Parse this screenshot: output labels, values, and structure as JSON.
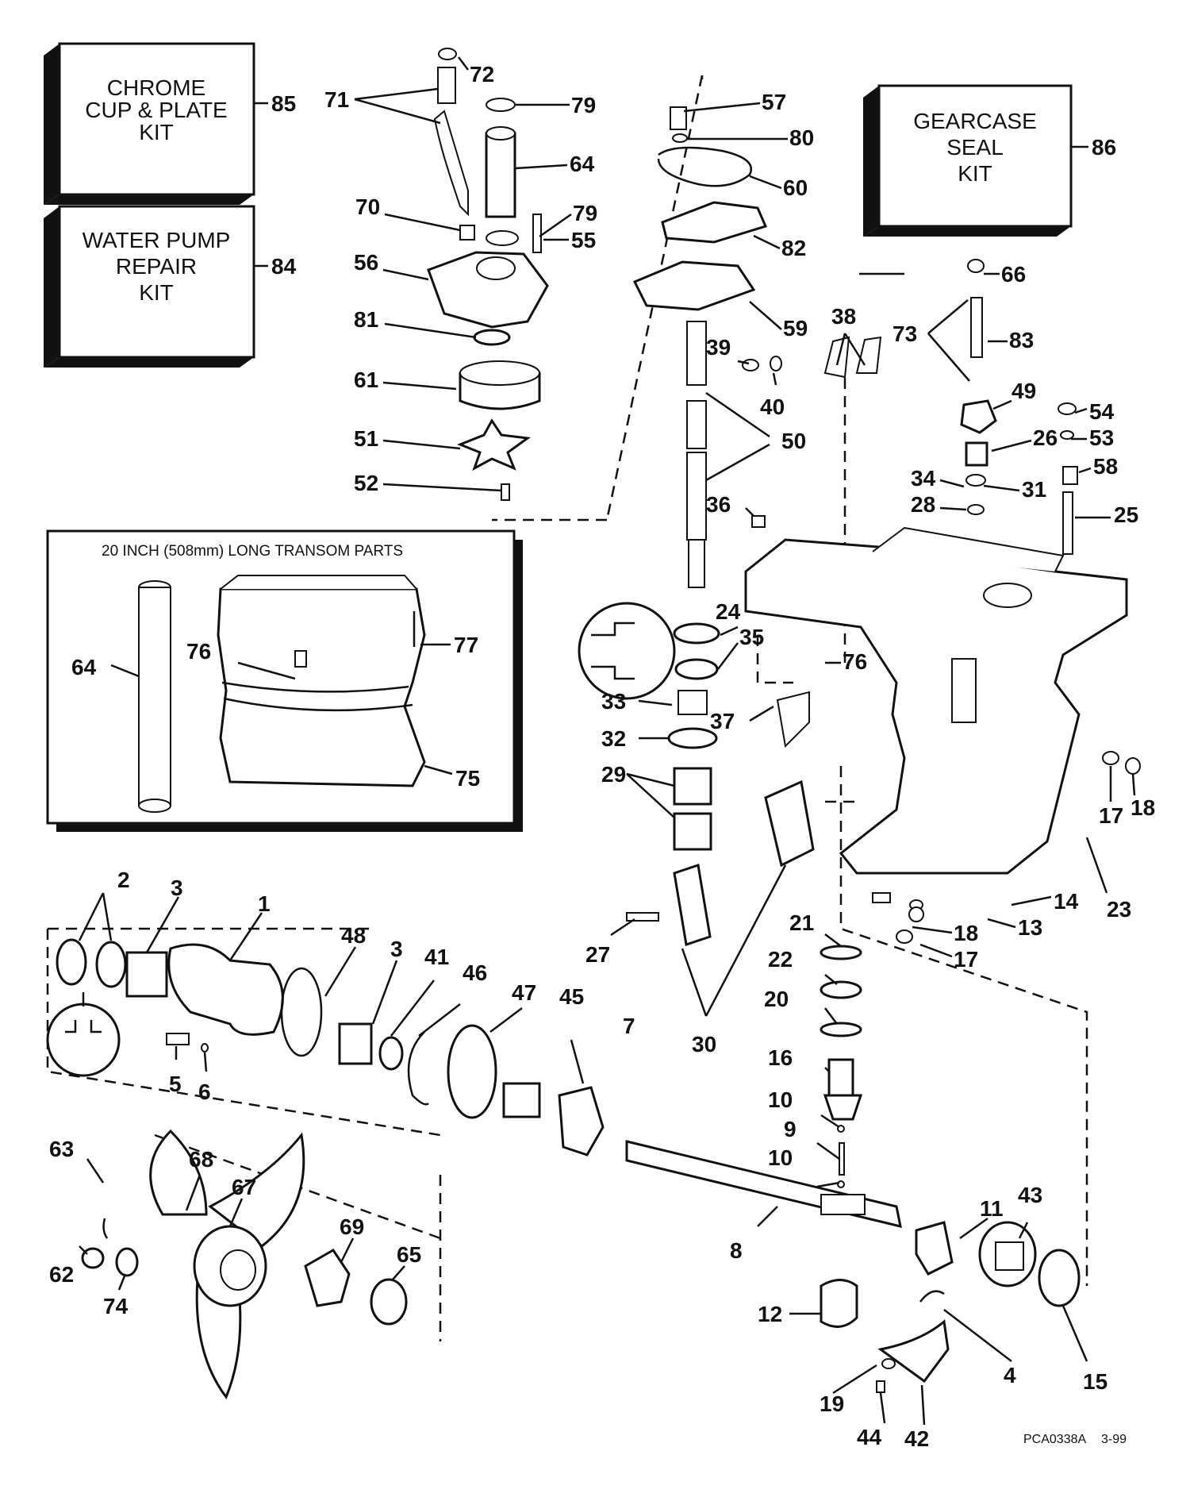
{
  "kits": [
    {
      "id": "chrome-cup-plate",
      "lines": [
        "CHROME",
        "CUP & PLATE",
        "KIT"
      ],
      "number": "85"
    },
    {
      "id": "water-pump-repair",
      "lines": [
        "WATER PUMP",
        "REPAIR",
        "KIT"
      ],
      "number": "84"
    },
    {
      "id": "gearcase-seal",
      "lines": [
        "GEARCASE",
        "SEAL",
        "KIT"
      ],
      "number": "86"
    }
  ],
  "inset": {
    "title": "20 INCH (508mm) LONG TRANSOM PARTS",
    "labels": [
      "64",
      "76",
      "77",
      "75"
    ]
  },
  "part_labels": {
    "upper_left": [
      "72",
      "71",
      "79",
      "64",
      "79",
      "70",
      "55",
      "56",
      "81",
      "61",
      "51",
      "52"
    ],
    "upper_center": [
      "57",
      "80",
      "60",
      "82",
      "59",
      "39",
      "40",
      "50",
      "36",
      "24",
      "35",
      "33",
      "37",
      "32",
      "29",
      "27",
      "30"
    ],
    "upper_right": [
      "66",
      "73",
      "83",
      "38",
      "49",
      "54",
      "53",
      "26",
      "58",
      "34",
      "31",
      "28",
      "25",
      "76",
      "17",
      "18",
      "23",
      "14",
      "13",
      "18",
      "17"
    ],
    "lower_left": [
      "2",
      "3",
      "1",
      "48",
      "3",
      "41",
      "46",
      "47",
      "45",
      "7",
      "5",
      "6",
      "63",
      "68",
      "67",
      "69",
      "65",
      "62",
      "74"
    ],
    "lower_right": [
      "21",
      "22",
      "20",
      "16",
      "10",
      "9",
      "10",
      "8",
      "11",
      "43",
      "12",
      "4",
      "15",
      "19",
      "44",
      "42"
    ]
  },
  "footer": {
    "code": "PCA0338A",
    "date": "3-99"
  }
}
